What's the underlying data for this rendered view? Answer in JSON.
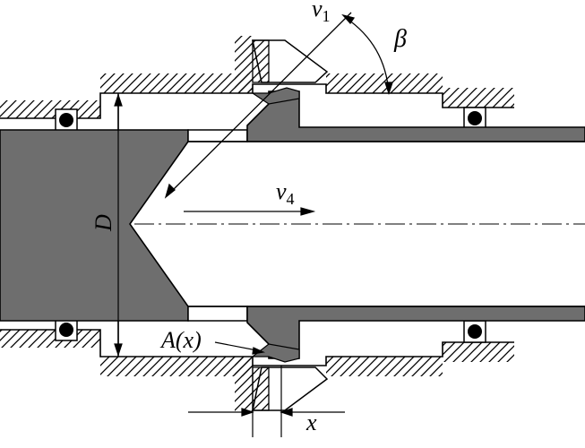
{
  "labels": {
    "v1": {
      "main": "v",
      "sub": "1"
    },
    "beta": "β",
    "v4": {
      "main": "v",
      "sub": "4"
    },
    "D": "D",
    "A": "A(x)",
    "x": "x"
  },
  "colors": {
    "part_fill": "#6e6e6e",
    "line": "#000000",
    "background": "#ffffff"
  }
}
